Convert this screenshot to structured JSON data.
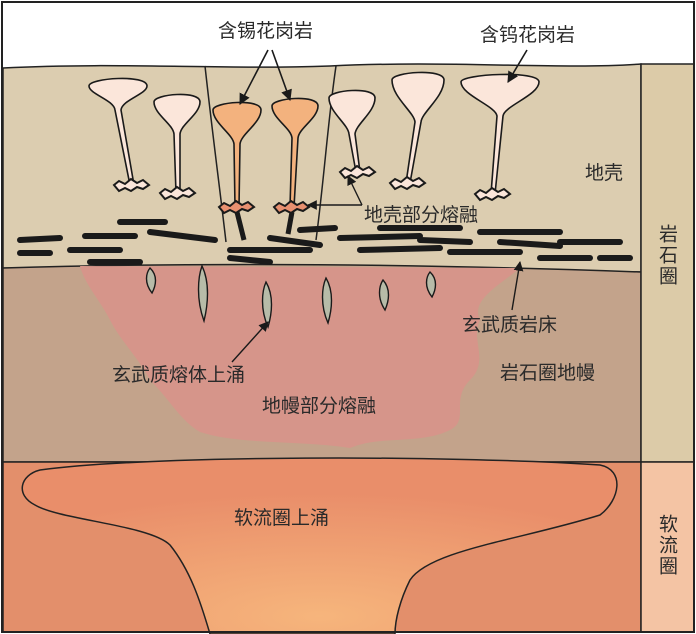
{
  "labels": {
    "tin_granite": "含锡花岗岩",
    "tungsten_granite": "含钨花岗岩",
    "crust": "地壳",
    "crust_partial_melting": "地壳部分熔融",
    "basaltic_sill": "玄武质岩床",
    "basaltic_melt_upwelling": "玄武质熔体上涌",
    "lithospheric_mantle": "岩石圈地幔",
    "mantle_partial_melting": "地幔部分熔融",
    "asthenosphere_upwelling": "软流圈上涌"
  },
  "side_column": {
    "lithosphere": "岩石圈",
    "asthenosphere": "软流圈"
  },
  "colors": {
    "crust": "#dccdb0",
    "lithospheric_mantle": "#c3a38b",
    "mantle_melt": "#d6958a",
    "asthenosphere": "#e38f6b",
    "asthenosphere_core": "#f1b07a",
    "tin_granite": "#f3b27e",
    "tungsten_granite": "#fbe6da",
    "side_lithosphere": "#dccba8",
    "side_asthenosphere": "#f4c4a4"
  }
}
